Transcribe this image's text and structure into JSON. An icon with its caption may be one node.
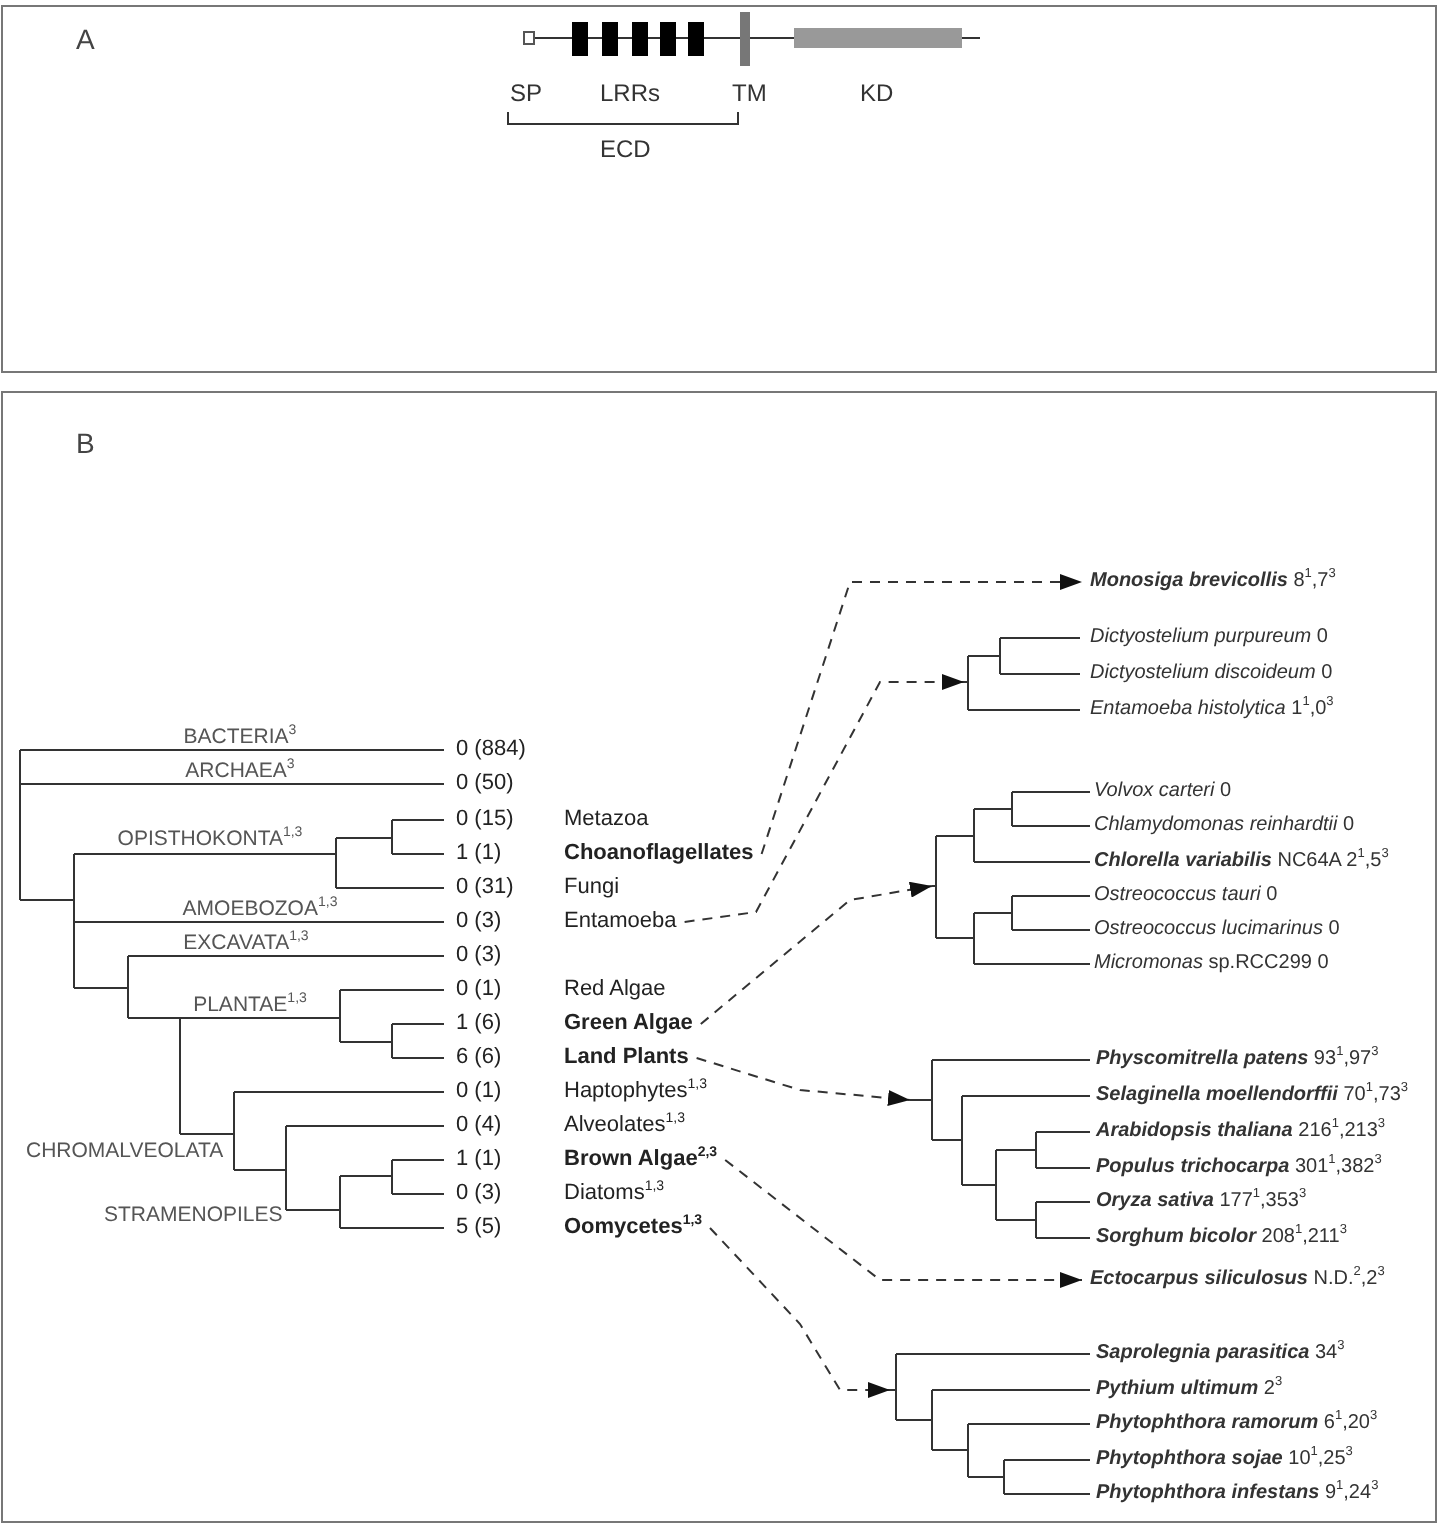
{
  "diagram": {
    "nodes": [
      {
        "text": [
          "**Monosiga brevicollis** 8$^{1}$,7$^{3}$"
        ]
      },
      {
        "text": [
          "*Dictyostelium purpureum* 0",
          "*Dictyostelium discoideum* 0",
          "*Entamoeba histolytica* 1$^{1}$,0$^{3}$"
        ]
      },
      {
        "text": [
          "Choanoflagellates"
        ]
      },
      {
        "text": [
          "Entamoeba"
        ]
      },
      {
        "text": [
          "*Volvox carteri* 0",
          "*Chlamydomonas reinhardtii* 0",
          "**Chlorella variabilis** NC64A 2$^{1}$,5$^{3}$",
          "*Ostreococcus tauri* 0",
          "*Ostreococcus lucimarinus* 0",
          "*Micromonas* sp.RCC299 0"
        ]
      },
      {
        "text": [
          "Green Algae"
        ]
      },
      {
        "text": [
          "Land Plants"
        ]
      },
      {
        "text": [
          "**Physcomitrella patens** 93$^{1}$,97$^{3}$",
          "**Selaginella moellendorffii** 70$^{1}$,73$^{3}$",
          "**Arabidopsis thaliana** 216$^{1}$,213$^{3}$",
          "**Populus trichocarpa** 301$^{1}$,382$^{3}$",
          "**Oryza sativa** 177$^{1}$,353$^{3}$",
          "**Sorghum bicolor** 208$^{1}$,211$^{3}$"
        ]
      },
      {
        "text": [
          "Brown Algae$^{2,3}$"
        ]
      },
      {
        "text": [
          "Oomycetes$^{1,3}$"
        ]
      },
      {
        "text": [
          "**Ectocarpus siliculosus** N.D.$^{2}$,2$^{3}$"
        ]
      },
      {
        "text": [
          "**Saprolegnia parasitica** 34$^{3}$",
          "**Pythium ultimum** 2$^{3}$",
          "**Phytophthora ramorum** 6$^{1}$,20$^{3}$",
          "**Phytophthora sojae** 10$^{1}$,25$^{3}$",
          "**Phytophthora infestans** 9$^{1}$,24$^{3}$"
        ]
      }
    ],
    "edges": [
      {
        "from": 2,
        "to": 0,
        "arrow": "to",
        "style": "dashed"
      },
      {
        "from": 3,
        "to": 1,
        "arrow": "to",
        "style": "dashed"
      },
      {
        "from": 5,
        "to": 4,
        "arrow": "to",
        "style": "dashed"
      },
      {
        "from": 6,
        "to": 7,
        "arrow": "to",
        "style": "dashed"
      },
      {
        "from": 8,
        "to": 10,
        "arrow": "to",
        "style": "dashed"
      },
      {
        "from": 9,
        "to": 11,
        "arrow": "to",
        "style": "dashed"
      }
    ],
    "labels": [
      "A",
      "SP",
      "LRRs",
      "TM",
      "KD",
      "ECD",
      "B",
      "BACTERIA$^{3}$",
      "0 (884)",
      "ARCHAEA$^{3}$",
      "0 (50)",
      "0 (15)",
      "Metazoa",
      "OPISTHOKONTA$^{1,3}$",
      "1 (1)",
      "0 (31)",
      "Fungi",
      "AMOEBOZOA$^{1,3}$",
      "0 (3)",
      "EXCAVATA$^{1,3}$",
      "0 (3)",
      "0 (1)",
      "Red Algae",
      "PLANTAE$^{1,3}$",
      "1 (6)",
      "6 (6)",
      "0 (1)",
      "Haptophytes$^{1,3}$",
      "0 (4)",
      "Alveolates$^{1,3}$",
      "CHROMALVEOLATA",
      "1 (1)",
      "0 (3)",
      "Diatoms$^{1,3}$",
      "STRAMENOPILES",
      "5 (5)"
    ]
  }
}
